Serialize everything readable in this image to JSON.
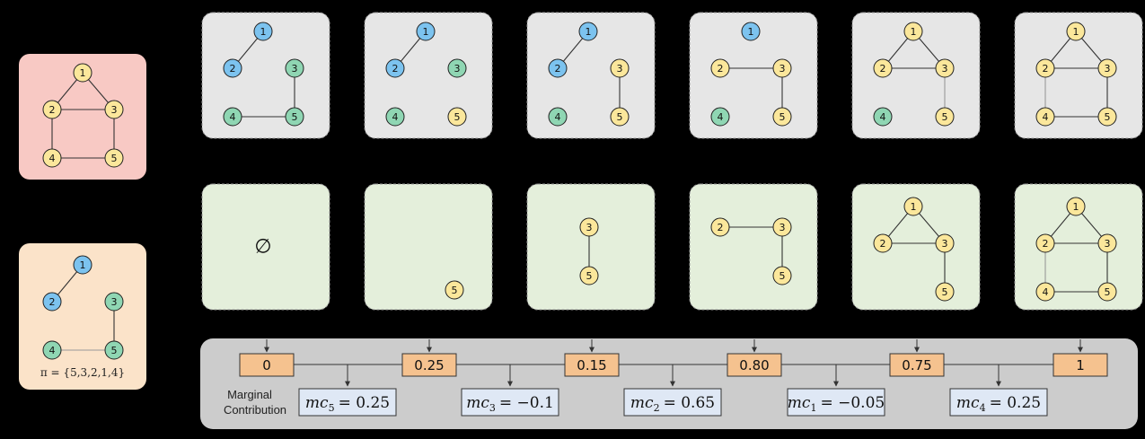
{
  "colors": {
    "node_blue": "#7cc3ef",
    "node_green": "#8fd6b3",
    "node_yellow": "#fbe79b",
    "panel_gray": "#e6e6e6",
    "panel_green": "#e4efdb",
    "panel_red": "#f8c9c4",
    "panel_orange": "#fbe3c9",
    "bar_gray": "#cccccc",
    "value_box": "#f5c28f",
    "mc_box": "#dfe8f5"
  },
  "nodes": [
    "1",
    "2",
    "3",
    "4",
    "5"
  ],
  "empty_set_symbol": "∅",
  "permutation_label": "π = {5,3,2,1,4}",
  "marginal_label": {
    "line1": "Marginal",
    "line2": "Contribution"
  },
  "values": [
    "0",
    "0.25",
    "0.15",
    "0.80",
    "0.75",
    "1"
  ],
  "marginal_contributions": [
    {
      "sub": "5",
      "text": "= 0.25"
    },
    {
      "sub": "3",
      "text": "= −0.1"
    },
    {
      "sub": "2",
      "text": "= 0.65"
    },
    {
      "sub": "1",
      "text": "= −0.05"
    },
    {
      "sub": "4",
      "text": "= 0.25"
    }
  ]
}
